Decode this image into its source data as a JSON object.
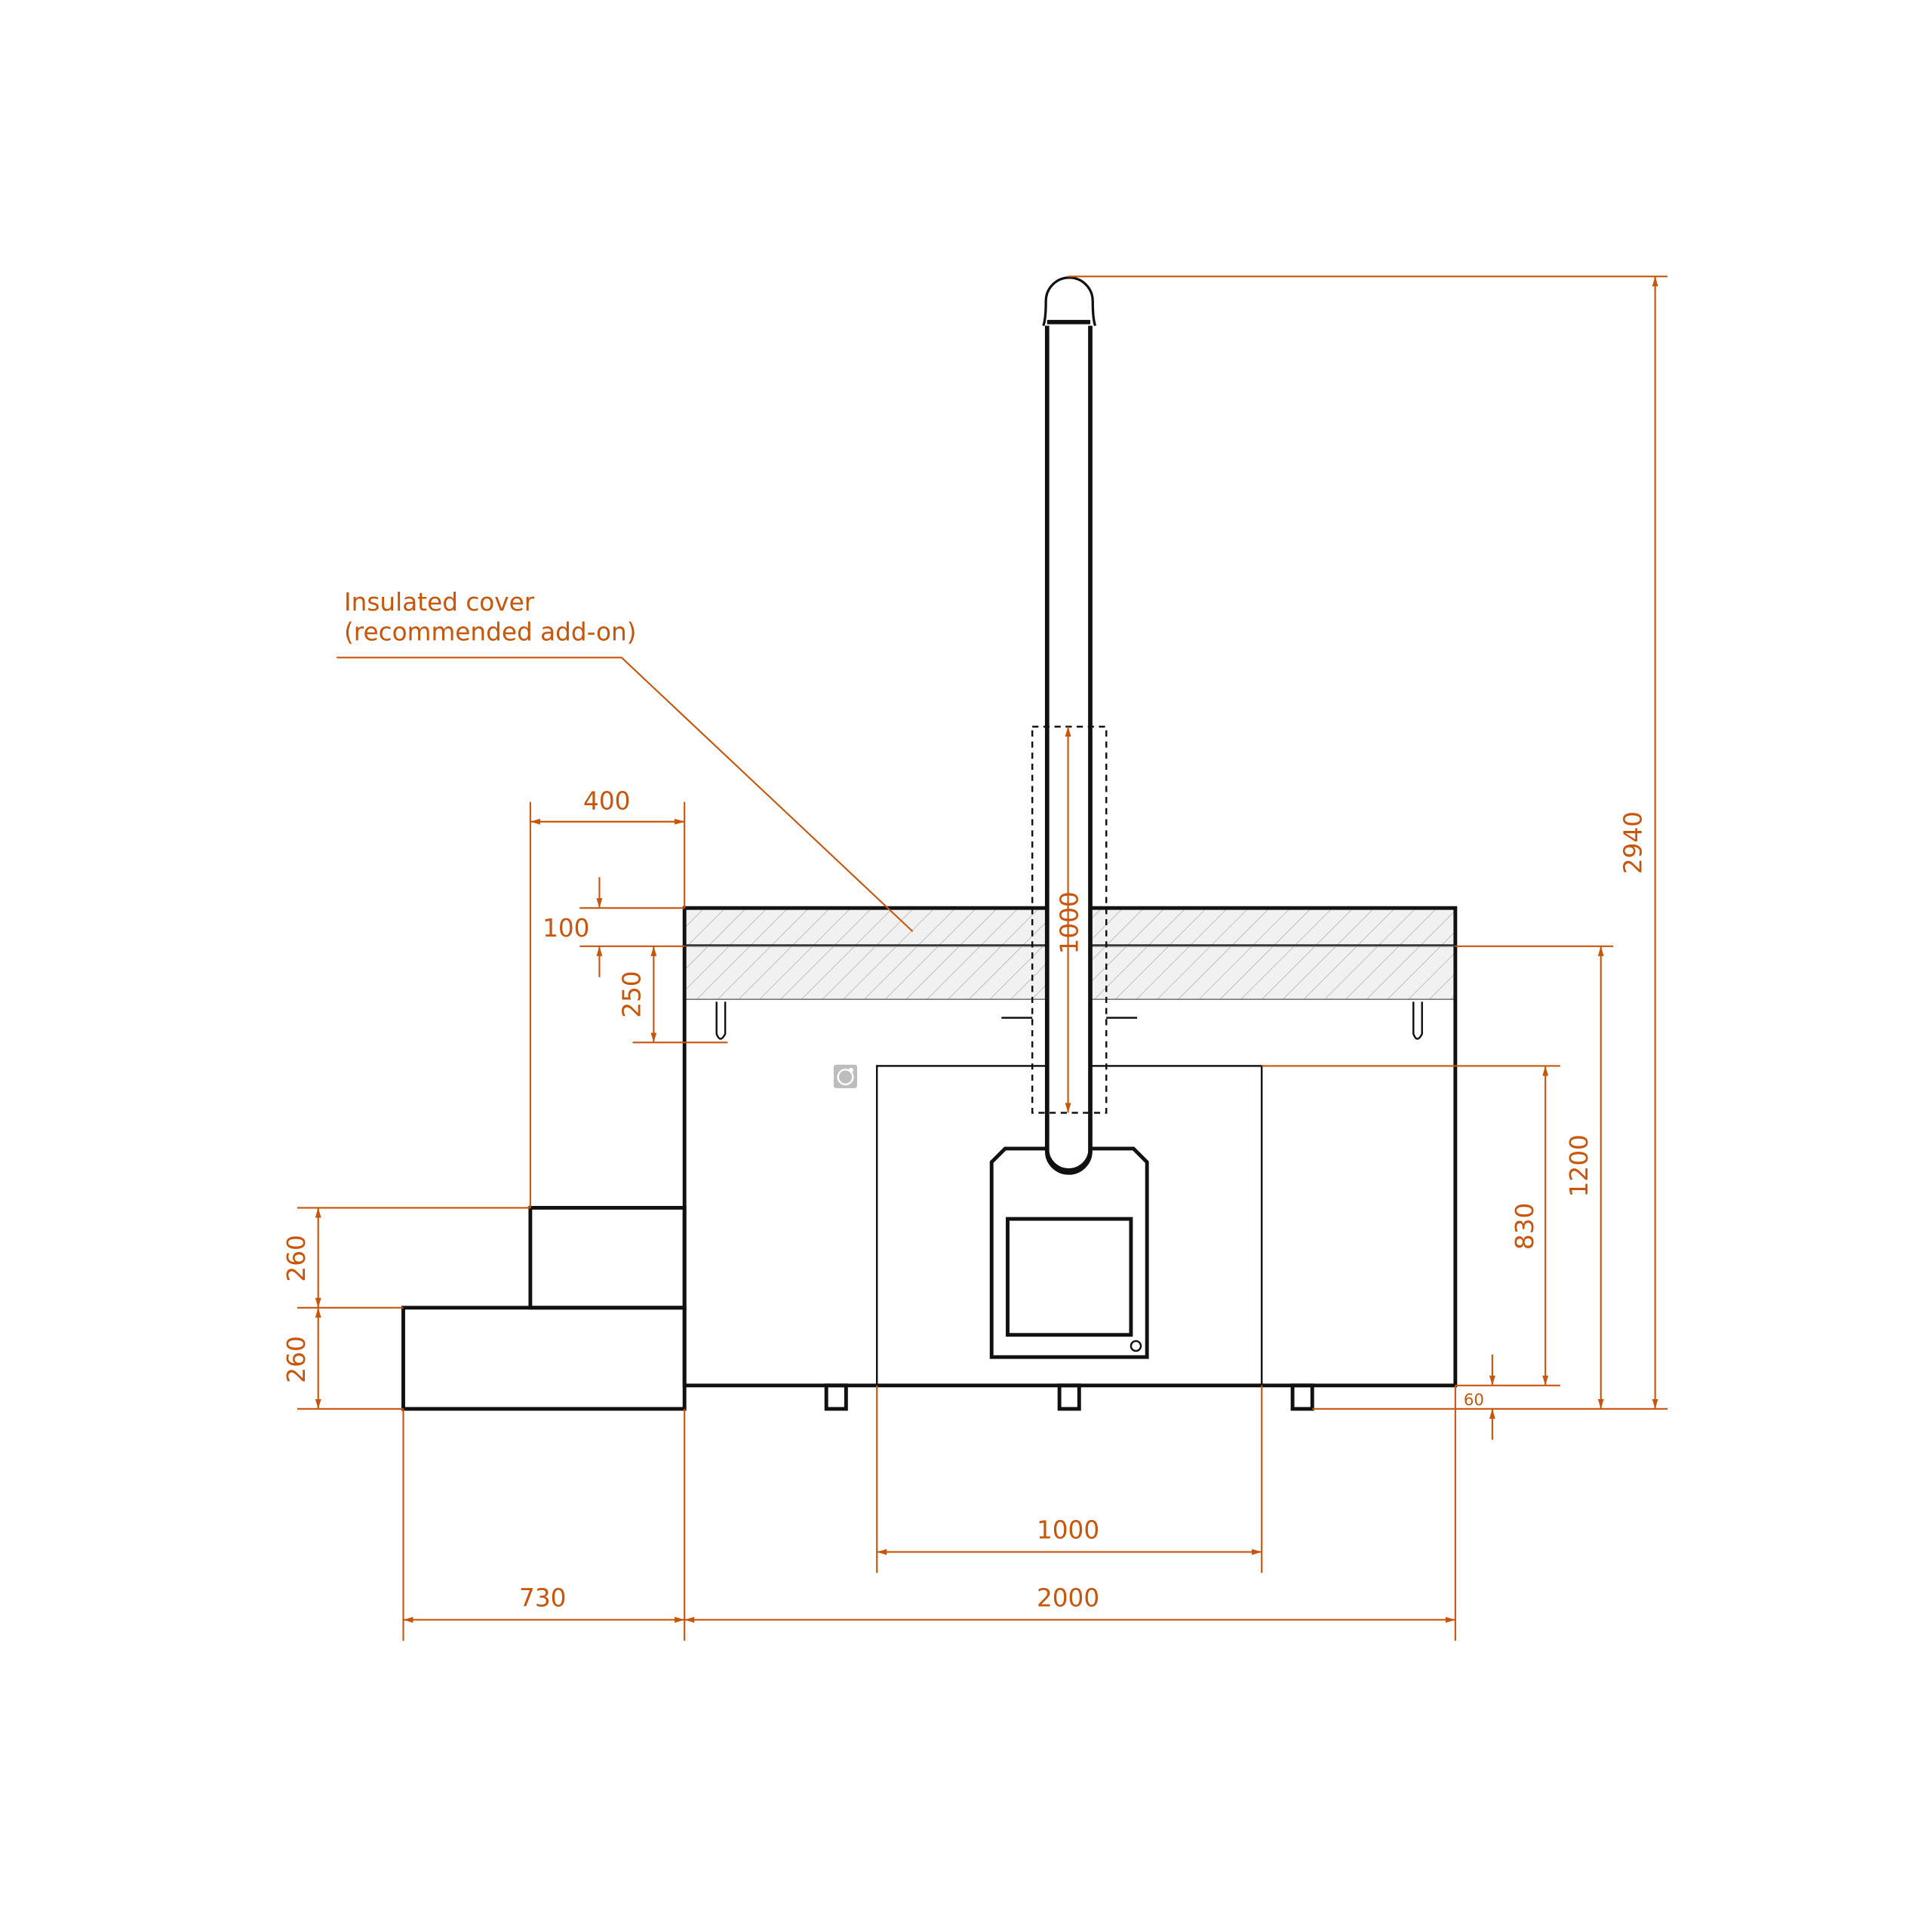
{
  "drawing": {
    "cover_label": {
      "line1": "Insulated cover",
      "line2": "(recommended add-on)"
    },
    "dimensions": {
      "total_height": "2940",
      "tub_height": "1200",
      "stove_surround_height": "830",
      "foot_height": "60",
      "chimney_section": "1000",
      "step_depth": "400",
      "cover_thickness": "100",
      "rim_to_hook": "250",
      "upper_step_height": "260",
      "lower_step_height": "260",
      "steps_width": "730",
      "tub_width": "2000",
      "stove_surround_width": "1000"
    },
    "colors": {
      "dimension": "#c8550a",
      "outline": "#111111",
      "hatch": "#bbbbbb"
    }
  }
}
